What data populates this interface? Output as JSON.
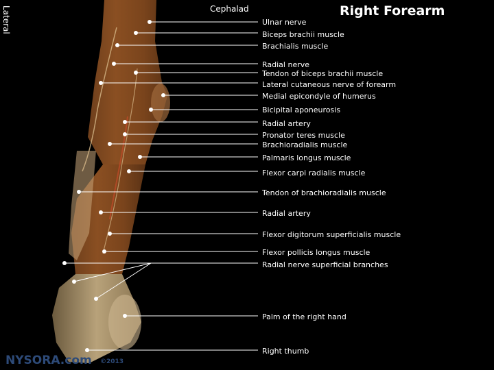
{
  "title": "Right Forearm",
  "orientation": {
    "top": "Cephalad",
    "left": "Lateral"
  },
  "labels": [
    "Ulnar nerve",
    "Biceps brachii muscle",
    "Brachialis muscle",
    "Radial nerve",
    "Tendon of biceps brachii muscle",
    "Lateral cutaneous nerve of forearm",
    "Medial epicondyle of humerus",
    "Bicipital aponeurosis",
    "Radial artery",
    "Pronator teres muscle",
    "Brachioradialis muscle",
    "Palmaris longus muscle",
    "Flexor carpi radialis muscle",
    "Tendon of brachioradialis muscle",
    "Radial artery",
    "Flexor digitorum superficialis muscle",
    "Flexor pollicis longus muscle",
    "Radial nerve superficial branches",
    "Palm of the right hand",
    "Right thumb"
  ],
  "watermark": {
    "brand": "NYSORA.com",
    "copyright": "©2013"
  },
  "colors": {
    "background": "#000000",
    "text": "#ffffff",
    "leader": "#ffffff",
    "brand": "#2d4a78"
  }
}
